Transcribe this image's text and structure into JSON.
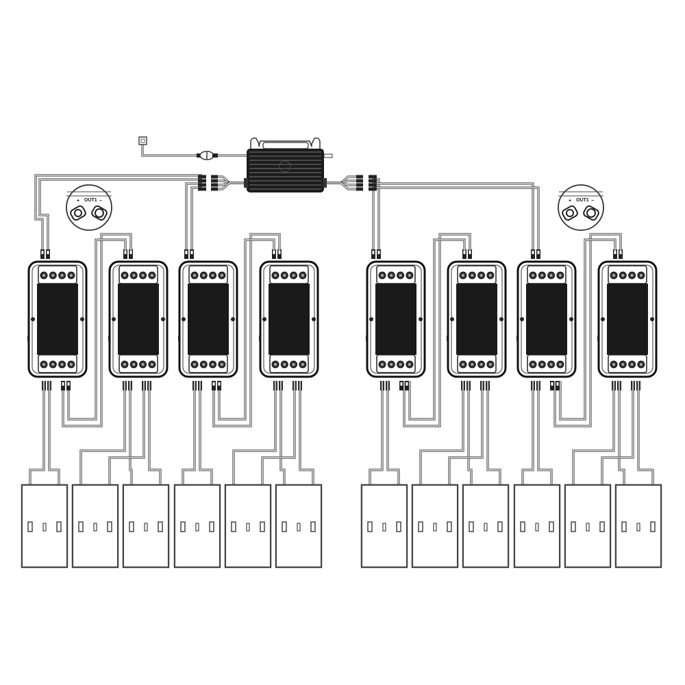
{
  "diagram": {
    "callouts": [
      {
        "plus": "+",
        "label": "OUT1",
        "minus": "−"
      },
      {
        "plus": "+",
        "label": "OUT1",
        "minus": "−"
      }
    ],
    "controller_count": 8,
    "panel_count": 12,
    "colors": {
      "line": "#444444",
      "device": "#1a1a1a",
      "background": "#ffffff"
    }
  }
}
